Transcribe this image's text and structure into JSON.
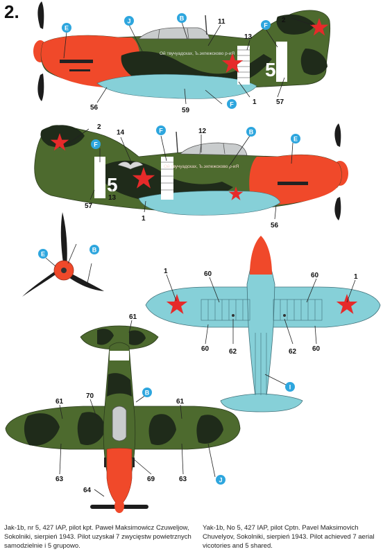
{
  "plate_number": "2.",
  "colors": {
    "green": "#4d6a2e",
    "black_green": "#1f2b1a",
    "red_nose": "#f0492a",
    "light_blue": "#86d0d8",
    "white": "#ffffff",
    "star_red": "#e62a2a",
    "callout_blue": "#2ea6de"
  },
  "callouts": {
    "E": "E",
    "J": "J",
    "B": "B",
    "F": "F",
    "I": "I"
  },
  "numbers": {
    "n1": "1",
    "n2": "2",
    "n5": "5",
    "n11": "11",
    "n12": "12",
    "n13": "13",
    "n14": "14",
    "n56": "56",
    "n57": "57",
    "n59": "59",
    "n60": "60",
    "n61": "61",
    "n62": "62",
    "n63": "63",
    "n64": "64",
    "n69": "69",
    "n70": "70"
  },
  "fuselage_inscription": "Ой твучуадсках, Ъ.эхпежсково р-иЯ",
  "caption_pl": "Jak-1b, nr 5, 427 IAP, pilot kpt. Paweł Maksimowicz Czuweljow, Sokolniki, sierpień 1943. Pilot uzyskał 7 zwycięstw powietrznych samodzielnie i 5 grupowo.",
  "caption_en": "Yak-1b, No 5, 427 IAP, pilot Cptn. Pavel Maksimovich Chuvelyov, Sokolniki, sierpień 1943. Pilot achieved 7 aerial vicotories and 5 shared."
}
